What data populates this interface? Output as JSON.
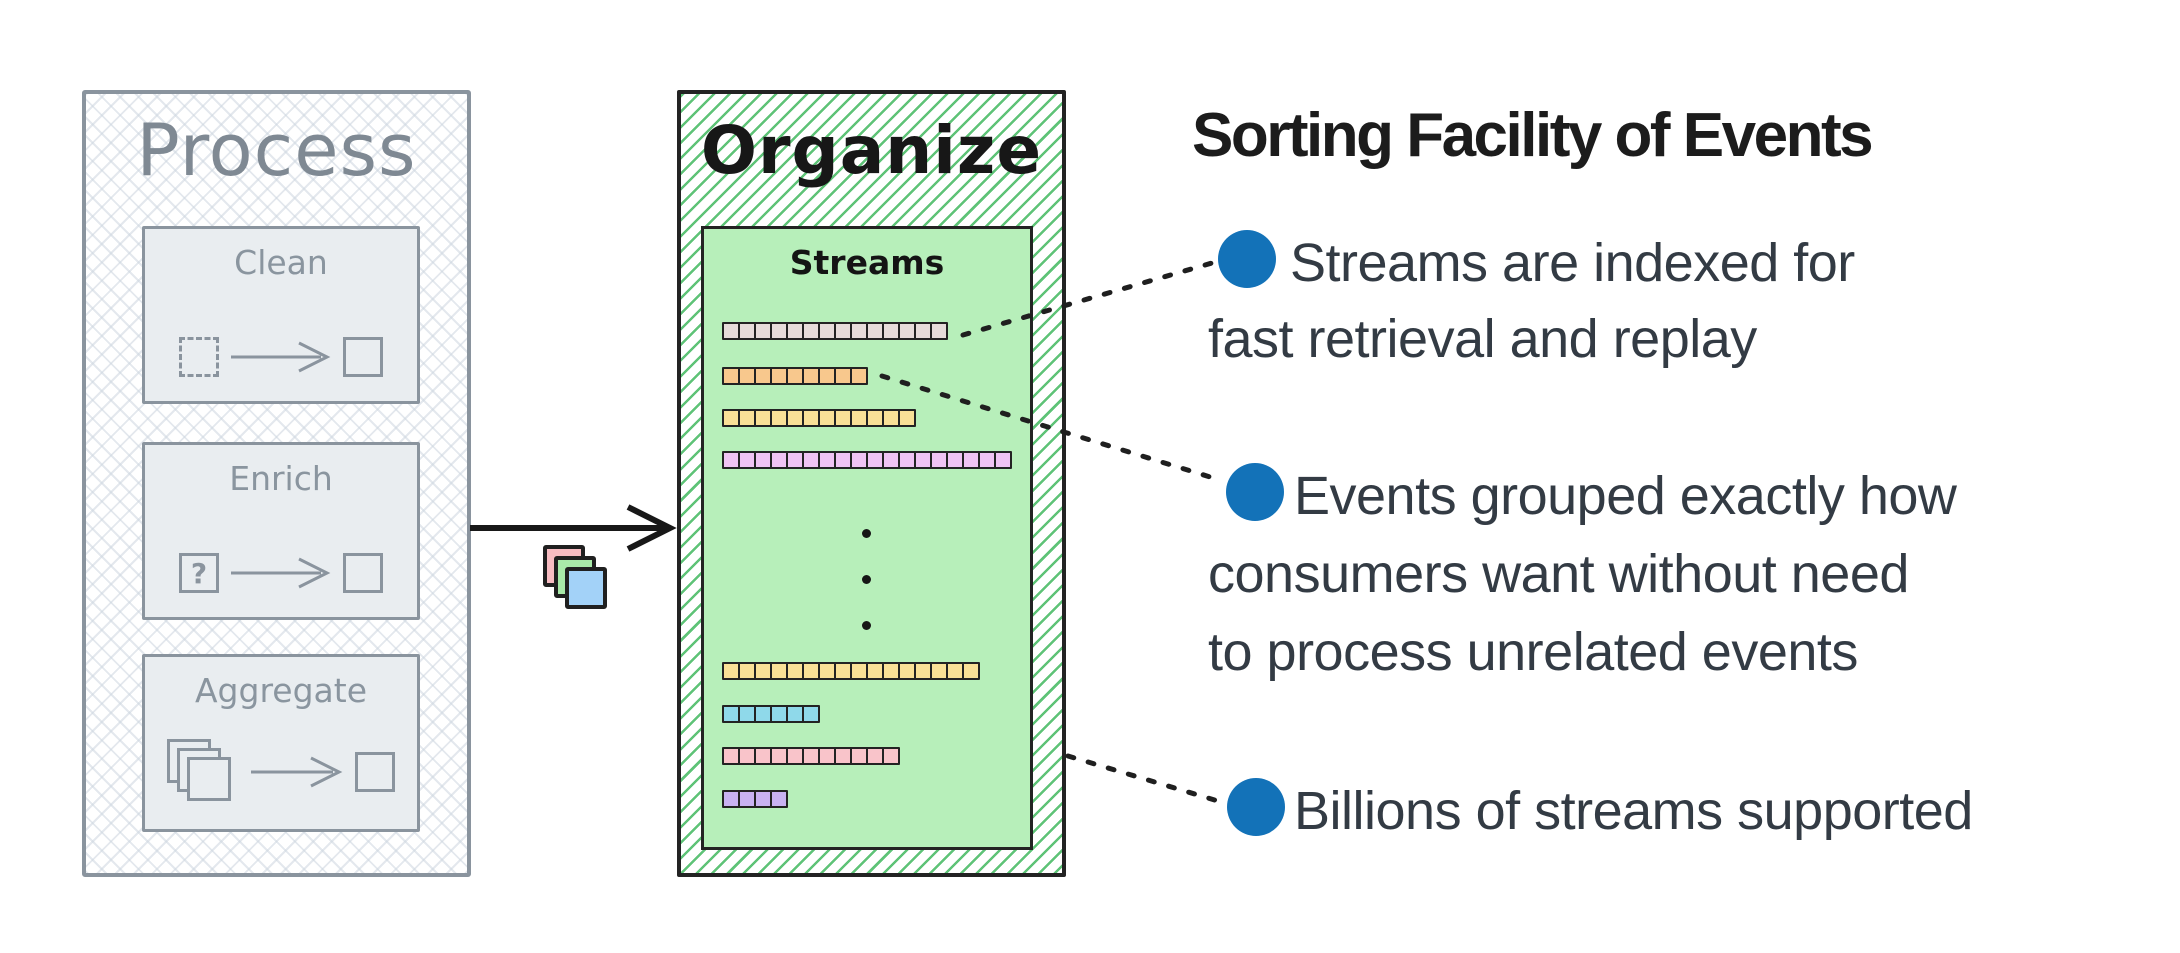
{
  "colors": {
    "bullet_blue": "#1372b8",
    "organize_hatch_green": "#56c070",
    "streams_box_green": "#b7efba",
    "process_gray": "#8a949e",
    "cell_border": "#232323",
    "body_text": "#333b44"
  },
  "process_panel": {
    "title": "Process",
    "boxes": [
      {
        "label": "Clean",
        "icon": "dashed-square-to-square"
      },
      {
        "label": "Enrich",
        "icon": "question-square-to-square",
        "glyph": "?"
      },
      {
        "label": "Aggregate",
        "icon": "stacked-squares-to-square"
      }
    ]
  },
  "flow": {
    "arrow": "process-to-organize"
  },
  "stacked_events": {
    "colors": [
      "#f8bcc2",
      "#a9eaa9",
      "#a3d2f8"
    ]
  },
  "organize_panel": {
    "title": "Organize",
    "streams": {
      "label": "Streams",
      "rows": [
        {
          "count": 14,
          "color": "#e6dcda"
        },
        {
          "count": 9,
          "color": "#f8c88d"
        },
        {
          "count": 12,
          "color": "#f9e097"
        },
        {
          "count": 18,
          "color": "#efc3f3"
        },
        {
          "count": 16,
          "color": "#f9e097"
        },
        {
          "count": 6,
          "color": "#8fd9ea"
        },
        {
          "count": 11,
          "color": "#f9c4ca"
        },
        {
          "count": 4,
          "color": "#c9b2f2"
        }
      ]
    }
  },
  "right": {
    "title": "Sorting Facility of Events",
    "bullets": [
      {
        "lines": [
          "Streams are indexed for",
          "fast retrieval and replay"
        ]
      },
      {
        "lines": [
          "Events grouped exactly how",
          "consumers want without need",
          "to process unrelated events"
        ]
      },
      {
        "lines": [
          "Billions of streams supported"
        ]
      }
    ]
  }
}
